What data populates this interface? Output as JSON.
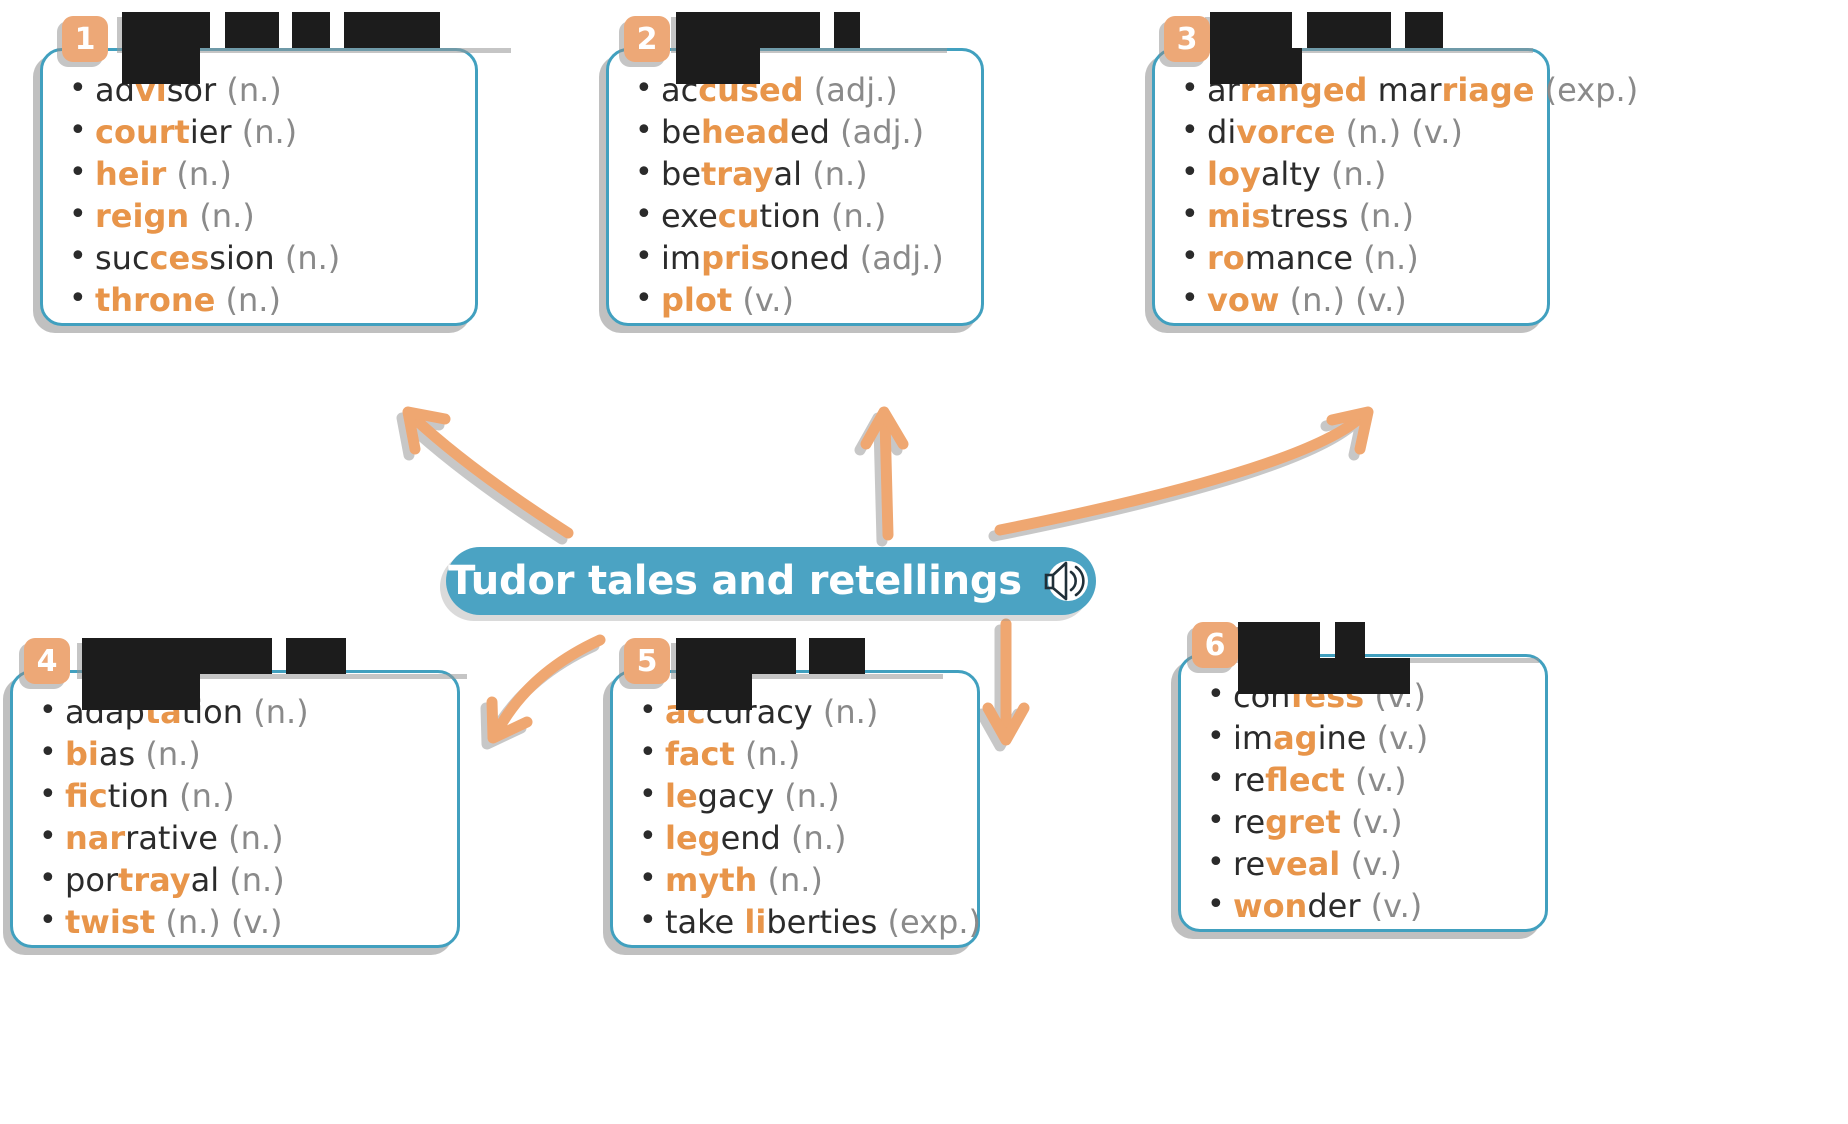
{
  "center": {
    "label": "Tudor tales and retellings",
    "audio_icon": "speaker-sound-icon",
    "bg_color": "#4ba3c3",
    "text_color": "#ffffff"
  },
  "theme": {
    "accent_orange": "#e8954a",
    "badge_orange": "#eda877",
    "card_border_blue": "#41a0bf",
    "pos_grey": "#8a8a8a",
    "body_black": "#2b2b2b",
    "redaction_black": "#1c1c1c"
  },
  "cards": [
    {
      "number": "1",
      "header_redacted": true,
      "items": [
        {
          "parts": [
            {
              "t": "ad",
              "s": "plain"
            },
            {
              "t": "vi",
              "s": "hl"
            },
            {
              "t": "sor",
              "s": "plain"
            },
            {
              "t": " (n.)",
              "s": "pos"
            }
          ]
        },
        {
          "parts": [
            {
              "t": "court",
              "s": "hl"
            },
            {
              "t": "ier",
              "s": "plain"
            },
            {
              "t": " (n.)",
              "s": "pos"
            }
          ]
        },
        {
          "parts": [
            {
              "t": "heir",
              "s": "hl"
            },
            {
              "t": " (n.)",
              "s": "pos"
            }
          ]
        },
        {
          "parts": [
            {
              "t": "reign",
              "s": "hl"
            },
            {
              "t": " (n.)",
              "s": "pos"
            }
          ]
        },
        {
          "parts": [
            {
              "t": "suc",
              "s": "plain"
            },
            {
              "t": "ces",
              "s": "hl"
            },
            {
              "t": "sion",
              "s": "plain"
            },
            {
              "t": " (n.)",
              "s": "pos"
            }
          ]
        },
        {
          "parts": [
            {
              "t": "throne",
              "s": "hl"
            },
            {
              "t": " (n.)",
              "s": "pos"
            }
          ]
        }
      ]
    },
    {
      "number": "2",
      "header_redacted": true,
      "items": [
        {
          "parts": [
            {
              "t": "ac",
              "s": "plain"
            },
            {
              "t": "cused",
              "s": "hl"
            },
            {
              "t": " (adj.)",
              "s": "pos"
            }
          ]
        },
        {
          "parts": [
            {
              "t": "be",
              "s": "plain"
            },
            {
              "t": "head",
              "s": "hl"
            },
            {
              "t": "ed",
              "s": "plain"
            },
            {
              "t": " (adj.)",
              "s": "pos"
            }
          ]
        },
        {
          "parts": [
            {
              "t": "be",
              "s": "plain"
            },
            {
              "t": "tray",
              "s": "hl"
            },
            {
              "t": "al",
              "s": "plain"
            },
            {
              "t": " (n.)",
              "s": "pos"
            }
          ]
        },
        {
          "parts": [
            {
              "t": "exe",
              "s": "plain"
            },
            {
              "t": "cu",
              "s": "hl"
            },
            {
              "t": "tion",
              "s": "plain"
            },
            {
              "t": " (n.)",
              "s": "pos"
            }
          ]
        },
        {
          "parts": [
            {
              "t": "im",
              "s": "plain"
            },
            {
              "t": "pris",
              "s": "hl"
            },
            {
              "t": "oned",
              "s": "plain"
            },
            {
              "t": " (adj.)",
              "s": "pos"
            }
          ]
        },
        {
          "parts": [
            {
              "t": "plot",
              "s": "hl"
            },
            {
              "t": " (v.)",
              "s": "pos"
            }
          ]
        }
      ]
    },
    {
      "number": "3",
      "header_redacted": true,
      "items": [
        {
          "parts": [
            {
              "t": "ar",
              "s": "plain"
            },
            {
              "t": "ranged",
              "s": "hl"
            },
            {
              "t": " mar",
              "s": "plain"
            },
            {
              "t": "riage",
              "s": "hl"
            },
            {
              "t": " (exp.)",
              "s": "pos"
            }
          ]
        },
        {
          "parts": [
            {
              "t": "di",
              "s": "plain"
            },
            {
              "t": "vorce",
              "s": "hl"
            },
            {
              "t": " (n.) (v.)",
              "s": "pos"
            }
          ]
        },
        {
          "parts": [
            {
              "t": "loy",
              "s": "hl"
            },
            {
              "t": "alty",
              "s": "plain"
            },
            {
              "t": " (n.)",
              "s": "pos"
            }
          ]
        },
        {
          "parts": [
            {
              "t": "mis",
              "s": "hl"
            },
            {
              "t": "tress",
              "s": "plain"
            },
            {
              "t": " (n.)",
              "s": "pos"
            }
          ]
        },
        {
          "parts": [
            {
              "t": "ro",
              "s": "hl"
            },
            {
              "t": "mance",
              "s": "plain"
            },
            {
              "t": " (n.)",
              "s": "pos"
            }
          ]
        },
        {
          "parts": [
            {
              "t": "vow",
              "s": "hl"
            },
            {
              "t": " (n.) (v.)",
              "s": "pos"
            }
          ]
        }
      ]
    },
    {
      "number": "4",
      "header_redacted": true,
      "items": [
        {
          "parts": [
            {
              "t": "adap",
              "s": "plain"
            },
            {
              "t": "ta",
              "s": "hl"
            },
            {
              "t": "tion",
              "s": "plain"
            },
            {
              "t": " (n.)",
              "s": "pos"
            }
          ]
        },
        {
          "parts": [
            {
              "t": "bi",
              "s": "hl"
            },
            {
              "t": "as",
              "s": "plain"
            },
            {
              "t": " (n.)",
              "s": "pos"
            }
          ]
        },
        {
          "parts": [
            {
              "t": "fic",
              "s": "hl"
            },
            {
              "t": "tion",
              "s": "plain"
            },
            {
              "t": " (n.)",
              "s": "pos"
            }
          ]
        },
        {
          "parts": [
            {
              "t": "nar",
              "s": "hl"
            },
            {
              "t": "rative",
              "s": "plain"
            },
            {
              "t": " (n.)",
              "s": "pos"
            }
          ]
        },
        {
          "parts": [
            {
              "t": "por",
              "s": "plain"
            },
            {
              "t": "tray",
              "s": "hl"
            },
            {
              "t": "al",
              "s": "plain"
            },
            {
              "t": " (n.)",
              "s": "pos"
            }
          ]
        },
        {
          "parts": [
            {
              "t": "twist",
              "s": "hl"
            },
            {
              "t": " (n.) (v.)",
              "s": "pos"
            }
          ]
        }
      ]
    },
    {
      "number": "5",
      "header_redacted": true,
      "items": [
        {
          "parts": [
            {
              "t": "ac",
              "s": "hl"
            },
            {
              "t": "curacy",
              "s": "plain"
            },
            {
              "t": " (n.)",
              "s": "pos"
            }
          ]
        },
        {
          "parts": [
            {
              "t": "fact",
              "s": "hl"
            },
            {
              "t": " (n.)",
              "s": "pos"
            }
          ]
        },
        {
          "parts": [
            {
              "t": "le",
              "s": "hl"
            },
            {
              "t": "gacy",
              "s": "plain"
            },
            {
              "t": " (n.)",
              "s": "pos"
            }
          ]
        },
        {
          "parts": [
            {
              "t": "leg",
              "s": "hl"
            },
            {
              "t": "end",
              "s": "plain"
            },
            {
              "t": " (n.)",
              "s": "pos"
            }
          ]
        },
        {
          "parts": [
            {
              "t": "myth",
              "s": "hl"
            },
            {
              "t": " (n.)",
              "s": "pos"
            }
          ]
        },
        {
          "parts": [
            {
              "t": "take ",
              "s": "plain"
            },
            {
              "t": "li",
              "s": "hl"
            },
            {
              "t": "berties",
              "s": "plain"
            },
            {
              "t": " (exp.)",
              "s": "pos"
            }
          ]
        }
      ]
    },
    {
      "number": "6",
      "header_redacted": true,
      "items": [
        {
          "parts": [
            {
              "t": "con",
              "s": "plain"
            },
            {
              "t": "fess",
              "s": "hl"
            },
            {
              "t": " (v.)",
              "s": "pos"
            }
          ]
        },
        {
          "parts": [
            {
              "t": "im",
              "s": "plain"
            },
            {
              "t": "ag",
              "s": "hl"
            },
            {
              "t": "ine",
              "s": "plain"
            },
            {
              "t": " (v.)",
              "s": "pos"
            }
          ]
        },
        {
          "parts": [
            {
              "t": "re",
              "s": "plain"
            },
            {
              "t": "flect",
              "s": "hl"
            },
            {
              "t": " (v.)",
              "s": "pos"
            }
          ]
        },
        {
          "parts": [
            {
              "t": "re",
              "s": "plain"
            },
            {
              "t": "gret",
              "s": "hl"
            },
            {
              "t": " (v.)",
              "s": "pos"
            }
          ]
        },
        {
          "parts": [
            {
              "t": "re",
              "s": "plain"
            },
            {
              "t": "veal",
              "s": "hl"
            },
            {
              "t": " (v.)",
              "s": "pos"
            }
          ]
        },
        {
          "parts": [
            {
              "t": "won",
              "s": "hl"
            },
            {
              "t": "der",
              "s": "plain"
            },
            {
              "t": " (v.)",
              "s": "pos"
            }
          ]
        }
      ]
    }
  ]
}
